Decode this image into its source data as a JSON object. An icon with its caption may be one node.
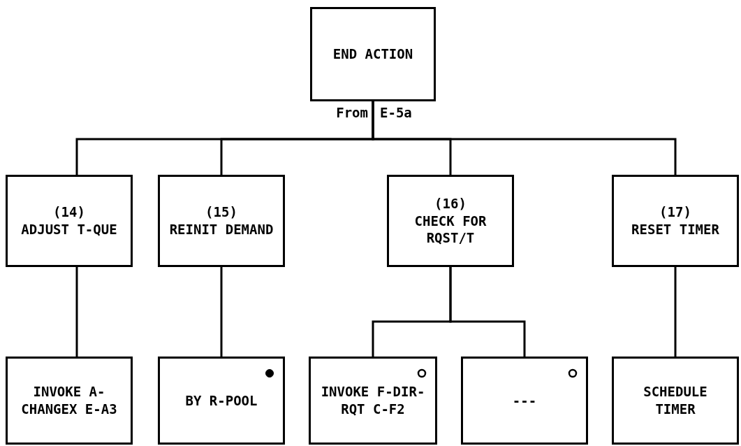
{
  "diagram": {
    "nodes": [
      {
        "text": [
          "END ACTION"
        ]
      },
      {
        "text": [
          "(14)",
          "ADJUST T-QUE"
        ]
      },
      {
        "text": [
          "(15)",
          "REINIT DEMAND"
        ]
      },
      {
        "text": [
          "(16)",
          "CHECK FOR RQST/T"
        ]
      },
      {
        "text": [
          "(17)",
          "RESET TIMER"
        ]
      },
      {
        "text": [
          "INVOKE A-CHANGEX E-A3"
        ]
      },
      {
        "text": [
          "BY R-POOL"
        ]
      },
      {
        "text": [
          "INVOKE F-DIR-RQT C-F2"
        ]
      },
      {
        "text": [
          "---"
        ]
      },
      {
        "text": [
          "SCHEDULE TIMER"
        ]
      }
    ],
    "edges": [
      {
        "from": 0,
        "to": 1,
        "arrow": "none"
      },
      {
        "from": 0,
        "to": 2,
        "arrow": "none"
      },
      {
        "from": 0,
        "to": 3,
        "arrow": "none"
      },
      {
        "from": 0,
        "to": 4,
        "arrow": "none"
      },
      {
        "from": 1,
        "to": 5,
        "arrow": "none"
      },
      {
        "from": 2,
        "to": 6,
        "arrow": "none"
      },
      {
        "from": 3,
        "to": 7,
        "arrow": "none"
      },
      {
        "from": 3,
        "to": 8,
        "arrow": "none"
      },
      {
        "from": 4,
        "to": 9,
        "arrow": "none"
      }
    ],
    "labels": [
      "From",
      "E-5a"
    ]
  }
}
